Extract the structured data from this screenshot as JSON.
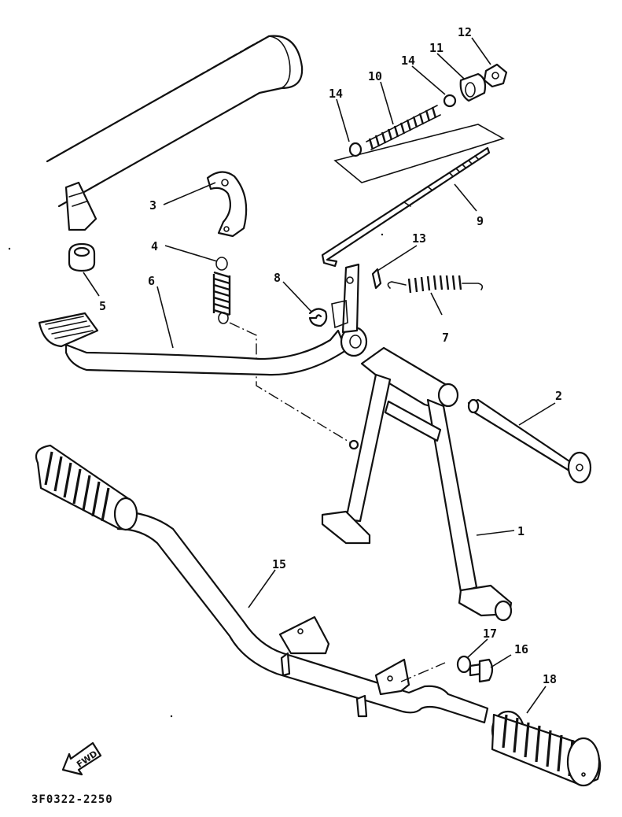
{
  "callouts": {
    "c1": "1",
    "c2": "2",
    "c3": "3",
    "c4": "4",
    "c5": "5",
    "c6": "6",
    "c7": "7",
    "c8": "8",
    "c9": "9",
    "c10": "10",
    "c11": "11",
    "c12": "12",
    "c13": "13",
    "c14a": "14",
    "c14b": "14",
    "c15": "15",
    "c16": "16",
    "c17": "17",
    "c18": "18"
  },
  "diagram_code": "3F0322-2250",
  "fwd_label": "FWD"
}
